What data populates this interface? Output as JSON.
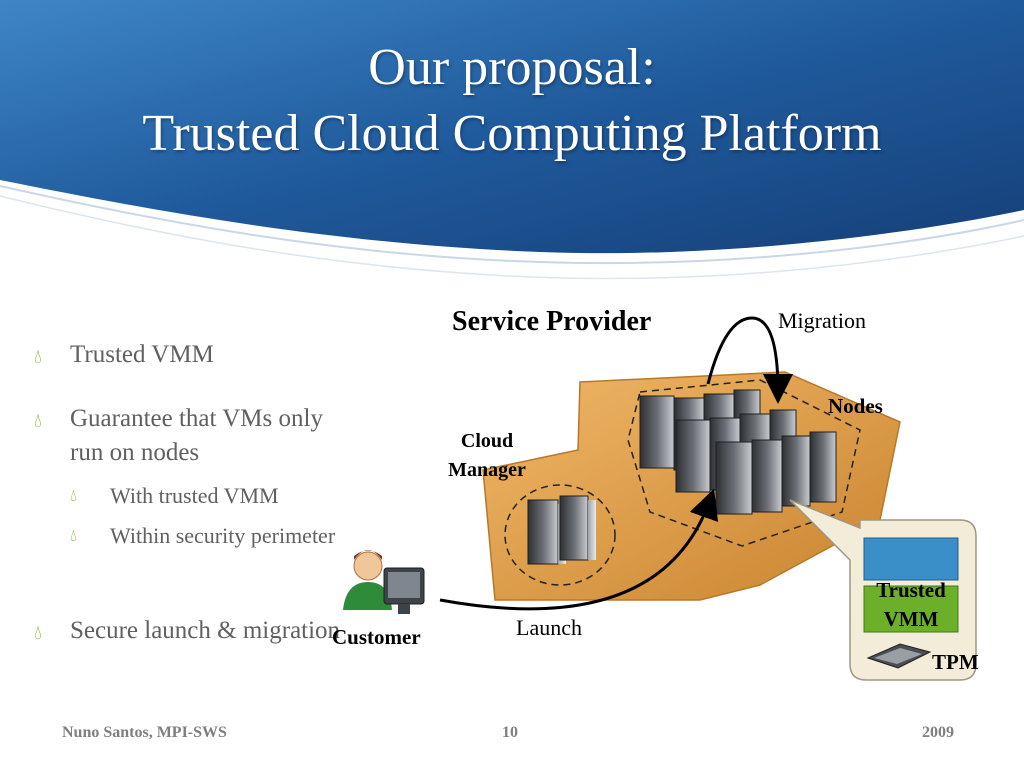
{
  "slide": {
    "title_line1": "Our proposal:",
    "title_line2": "Trusted Cloud Computing Platform"
  },
  "bullets": [
    {
      "text": "Trusted VMM"
    },
    {
      "text": "Guarantee that VMs only run on nodes"
    },
    {
      "text": "Secure launch & migration"
    }
  ],
  "sub_bullets": [
    {
      "text": "With trusted VMM"
    },
    {
      "text": "Within security perimeter"
    }
  ],
  "diagram": {
    "service_provider": "Service Provider",
    "migration": "Migration",
    "nodes": "Nodes",
    "cloud_manager": "Cloud Manager",
    "customer": "Customer",
    "launch": "Launch",
    "trusted_vmm": "Trusted VMM",
    "tpm": "TPM"
  },
  "footer": {
    "author": "Nuno Santos, MPI-SWS",
    "page": "10",
    "year": "2009"
  },
  "colors": {
    "header_blue": "#1f5a9c",
    "region_orange": "#e0a050",
    "bullet_green": "#7ab317",
    "vmm_blue": "#3a8fc8",
    "vmm_green": "#6cb02a"
  }
}
